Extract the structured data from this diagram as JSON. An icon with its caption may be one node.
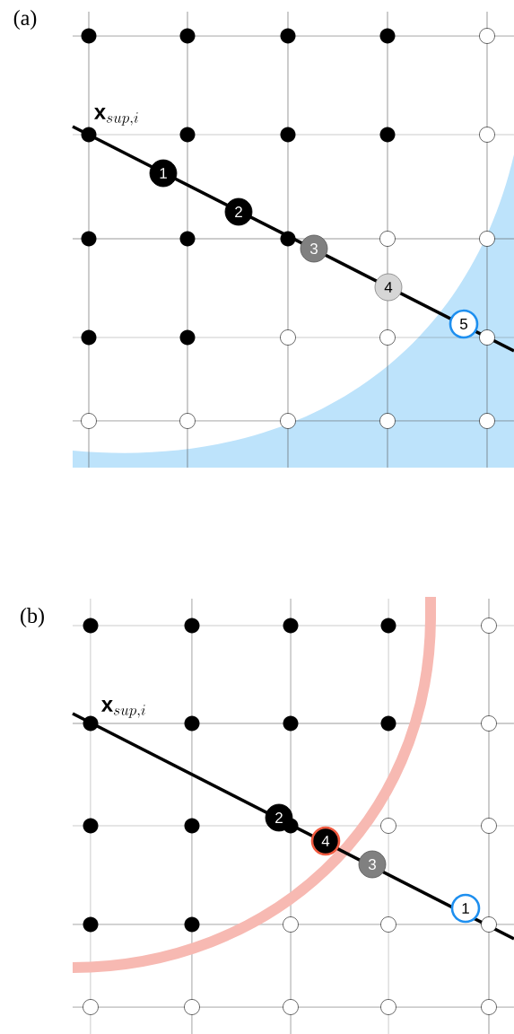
{
  "diagram": {
    "nodes": [
      {
        "text": [
          "1"
        ]
      },
      {
        "text": [
          "2"
        ]
      },
      {
        "text": [
          "3"
        ]
      },
      {
        "text": [
          "4"
        ]
      },
      {
        "text": [
          "5"
        ]
      },
      {
        "text": [
          "2"
        ]
      },
      {
        "text": [
          "4"
        ]
      },
      {
        "text": [
          "3"
        ]
      },
      {
        "text": [
          "1"
        ]
      }
    ],
    "labels": [
      "(a)",
      "\\mathbf{x}_{sup,i}",
      "(b)",
      "\\mathbf{x}_{sup,i}"
    ]
  }
}
